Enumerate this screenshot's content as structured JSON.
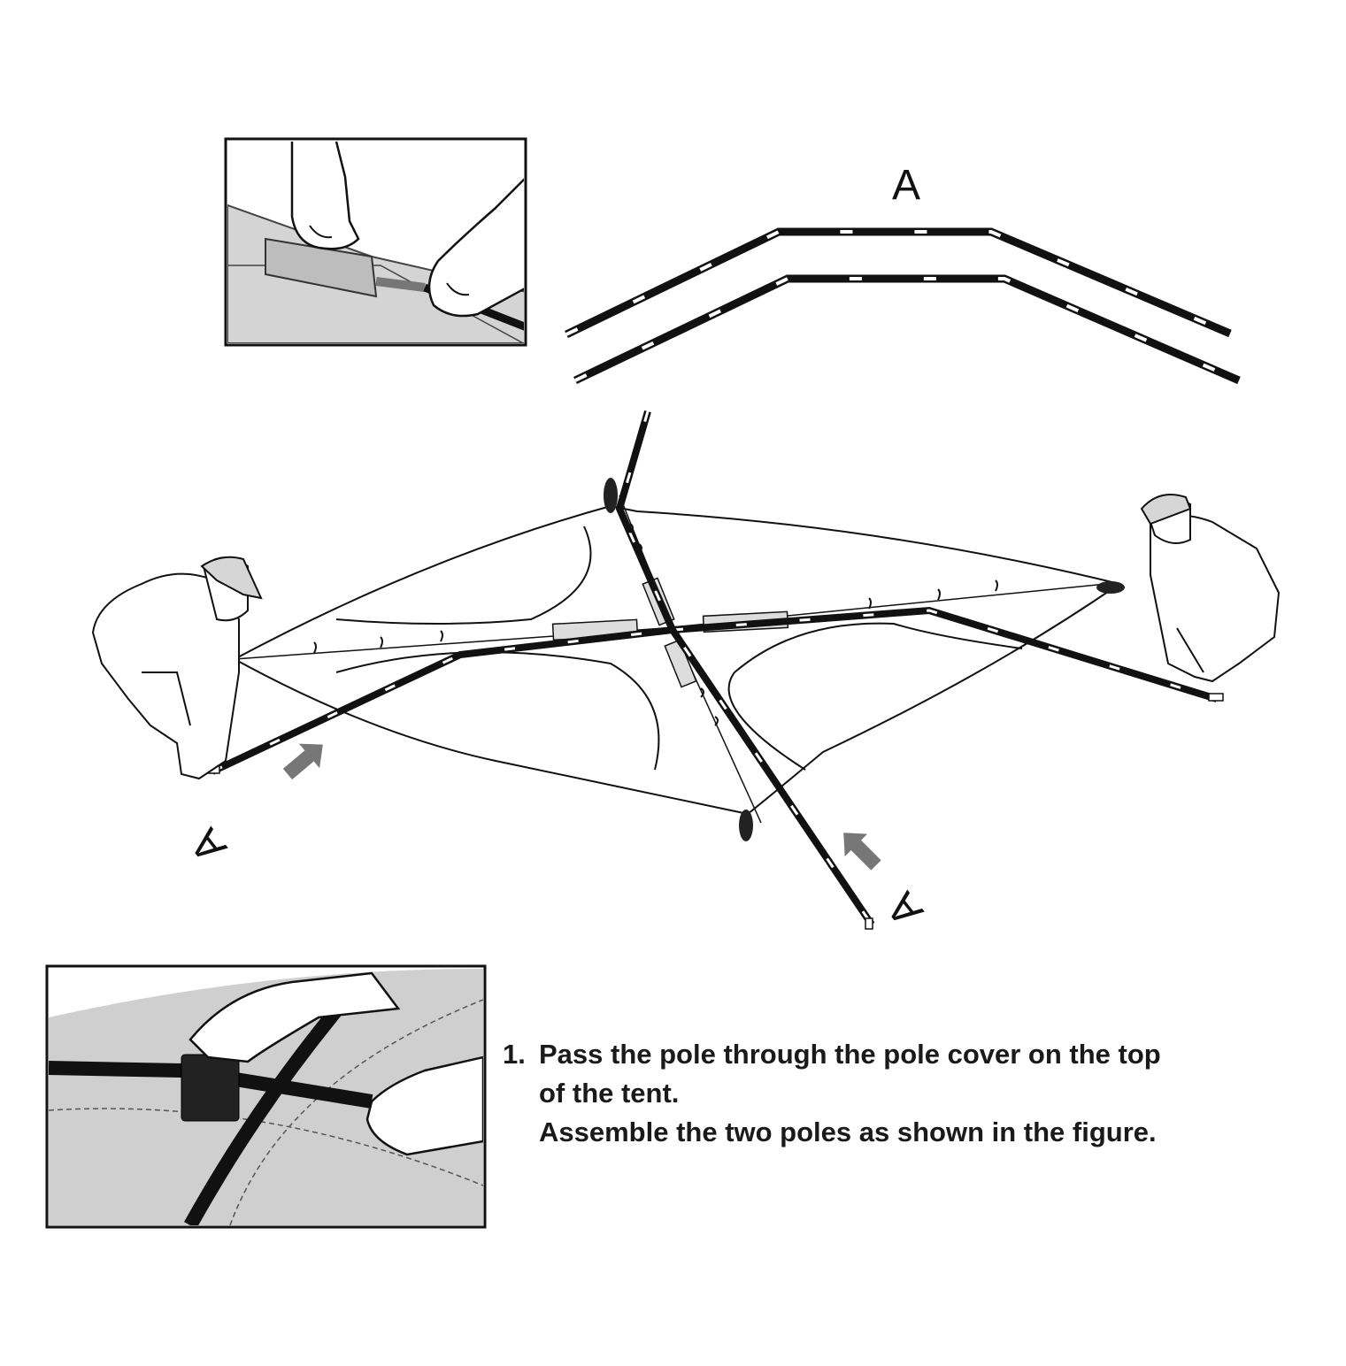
{
  "labels": {
    "top_poles": "A",
    "left_pole": "A",
    "right_pole": "A"
  },
  "instructions": {
    "number": "1.",
    "line1": "Pass the pole through the pole cover on the top",
    "line2": "of the tent.",
    "line3": "Assemble the two poles as shown in the figure."
  },
  "colors": {
    "pole": "#1a1a1a",
    "fabric_fill": "#cfcfcf",
    "sleeve": "#d6d6d6",
    "arrow": "#777777"
  }
}
